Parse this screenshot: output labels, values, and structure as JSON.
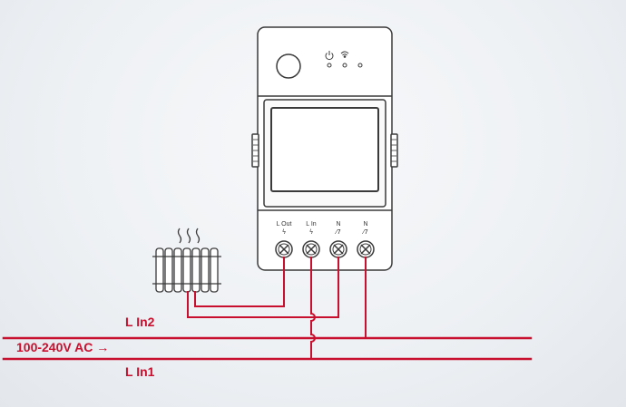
{
  "terminals": [
    {
      "label": "L Out",
      "symbol": "ϟ"
    },
    {
      "label": "L In",
      "symbol": "ϟ"
    },
    {
      "label": "N",
      "symbol": "⁄7"
    },
    {
      "label": "N",
      "symbol": "⁄7"
    }
  ],
  "wiring": {
    "line_in_2": "L In2",
    "line_in_1": "L In1",
    "supply": "100-240V AC →"
  },
  "colors": {
    "wire": "#c8102e",
    "device_outline": "#3a3a3a"
  },
  "icons": [
    "power-icon",
    "wifi-icon",
    "heater-icon",
    "heat-wave-icon"
  ]
}
